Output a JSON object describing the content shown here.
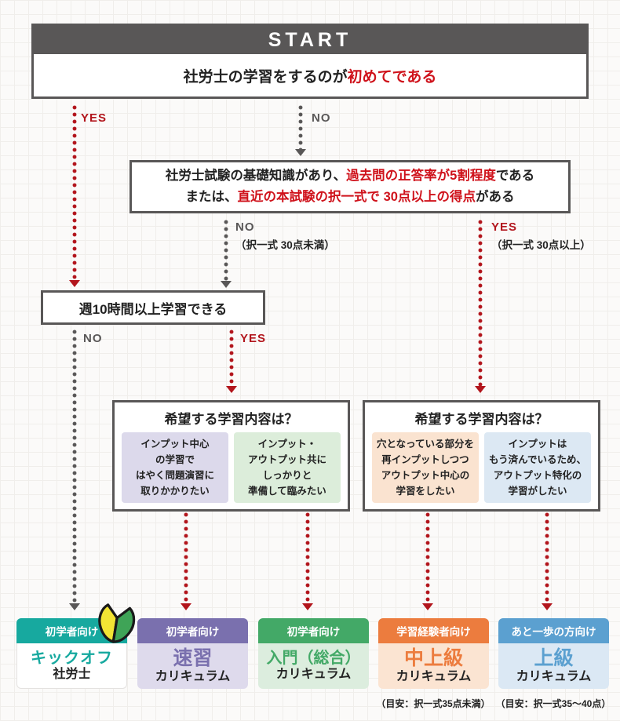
{
  "colors": {
    "dark_gray": "#595757",
    "arrow_red": "#b2151c",
    "text_red": "#cf121b",
    "teal": "#17a99f",
    "purple": "#7a70ae",
    "green": "#43a967",
    "orange": "#ec7c3e",
    "blue": "#5ba0d0"
  },
  "start": {
    "label": "START"
  },
  "q1": {
    "black": "社労士の学習をするのが",
    "red": "初めてである"
  },
  "branch_q1": {
    "yes": "YES",
    "no": "NO"
  },
  "q2": {
    "line1_a": "社労士試験の基礎知識があり、",
    "line1_b": "過去問の正答率が5割程度",
    "line1_c": "である",
    "line2_a": "または、",
    "line2_b": "直近の本試験の択一式で 30点以上の得点",
    "line2_c": "がある"
  },
  "branch_q2": {
    "no": "NO",
    "no_note": "（択一式 30点未満）",
    "yes": "YES",
    "yes_note": "（択一式 30点以上）"
  },
  "q3": {
    "text": "週10時間以上学習できる"
  },
  "branch_q3": {
    "no": "NO",
    "yes": "YES"
  },
  "q4_left": {
    "title": "希望する学習内容は？",
    "option_a": "インプット中心\nの学習で\nはやく問題演習に\n取りかかりたい",
    "option_b": "インプット・\nアウトプット共に\nしっかりと\n準備して臨みたい"
  },
  "q4_right": {
    "title": "希望する学習内容は？",
    "option_a": "穴となっている部分を\n再インプットしつつ\nアウトプット中心の\n学習をしたい",
    "option_b": "インプットは\nもう済んでいるため、\nアウトプット特化の\n学習がしたい"
  },
  "cards": [
    {
      "tag": "初学者向け",
      "title": "キックオフ",
      "subtitle": "社労士"
    },
    {
      "tag": "初学者向け",
      "title": "速習",
      "subtitle": "カリキュラム"
    },
    {
      "tag": "初学者向け",
      "title": "入門（総合）",
      "subtitle": "カリキュラム"
    },
    {
      "tag": "学習経験者向け",
      "title": "中上級",
      "subtitle": "カリキュラム",
      "note": "（目安：択一式35点未満）"
    },
    {
      "tag": "あと一歩の方向け",
      "title": "上級",
      "subtitle": "カリキュラム",
      "note": "（目安：択一式35～40点）"
    }
  ],
  "icons": {
    "beginner_mark": "wakaba-beginner-mark"
  }
}
